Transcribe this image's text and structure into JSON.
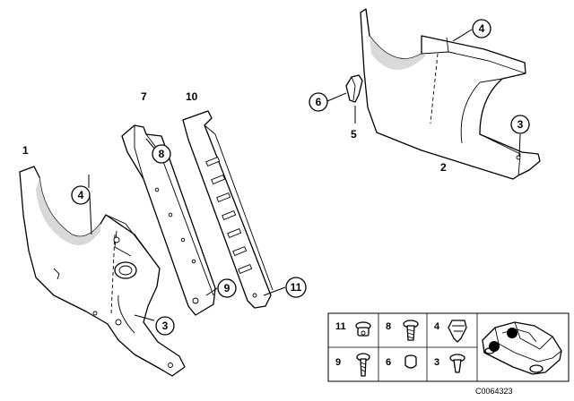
{
  "callouts": {
    "c1": "1",
    "c2": "2",
    "c3a": "3",
    "c3b": "3",
    "c4a": "4",
    "c4b": "4",
    "c5": "5",
    "c6": "6",
    "c7": "7",
    "c8": "8",
    "c9": "9",
    "c10": "10",
    "c11": "11"
  },
  "legend": {
    "n11": "11",
    "n8": "8",
    "n4": "4",
    "n9": "9",
    "n6": "6",
    "n3": "3"
  },
  "code": "C0064323"
}
